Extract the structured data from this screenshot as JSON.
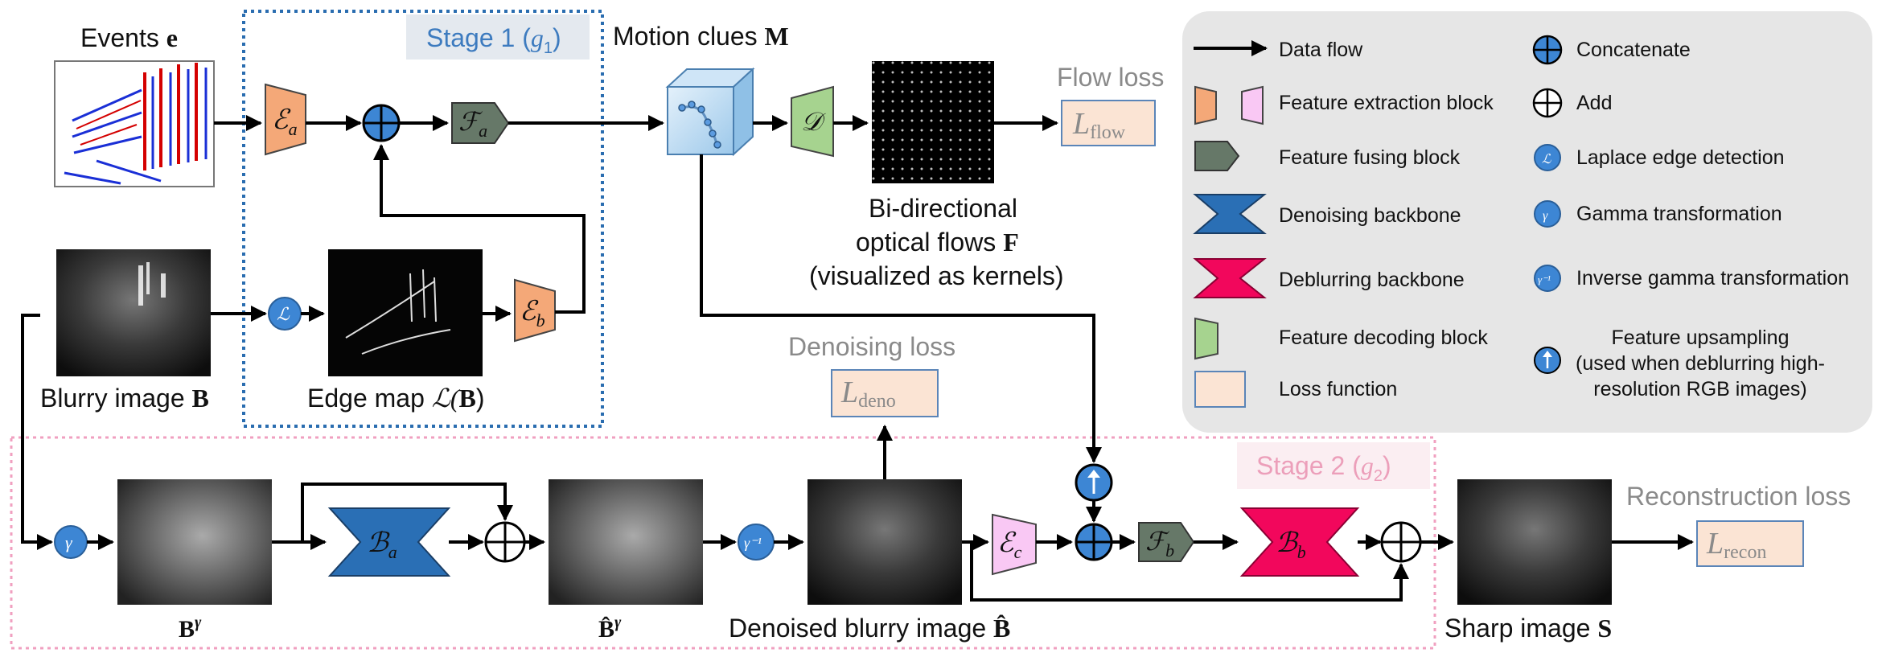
{
  "stage1": {
    "label": "Stage 1 (",
    "sub": "g",
    "idx": "1",
    "close": ")"
  },
  "stage2": {
    "label": "Stage 2 (",
    "sub": "g",
    "idx": "2",
    "close": ")"
  },
  "labels": {
    "events": "Events ",
    "events_sym": "e",
    "motion_clues": "Motion clues ",
    "motion_sym": "M",
    "blurry": "Blurry image ",
    "blurry_sym": "B",
    "edge_map": "Edge map ",
    "edge_sym": "ℒ(",
    "edge_sym_b": "B",
    "edge_sym_close": ")",
    "bidir1": "Bi-directional",
    "bidir2": "optical flows ",
    "bidir_sym": "F",
    "bidir3": "(visualized as kernels)",
    "flow_loss": "Flow loss",
    "deno_loss": "Denoising loss",
    "recon_loss": "Reconstruction loss",
    "denoised": "Denoised blurry image ",
    "denoised_sym": "B̂",
    "sharp": "Sharp image ",
    "sharp_sym": "S",
    "b_gamma": "B",
    "b_gamma_sup": "γ",
    "bhat_gamma": "B̂",
    "bhat_gamma_sup": "γ"
  },
  "blocks": {
    "Ea": {
      "sym": "ℰ",
      "sub": "a"
    },
    "Eb": {
      "sym": "ℰ",
      "sub": "b"
    },
    "Ec": {
      "sym": "ℰ",
      "sub": "c"
    },
    "Fa": {
      "sym": "ℱ",
      "sub": "a"
    },
    "Fb": {
      "sym": "ℱ",
      "sub": "b"
    },
    "D": {
      "sym": "𝒟"
    },
    "Ba": {
      "sym": "ℬ",
      "sub": "a"
    },
    "Bb": {
      "sym": "ℬ",
      "sub": "b"
    },
    "Lflow": {
      "sym": "L",
      "sub": "flow"
    },
    "Ldeno": {
      "sym": "L",
      "sub": "deno"
    },
    "Lrecon": {
      "sym": "L",
      "sub": "recon"
    }
  },
  "ops": {
    "laplace": "ℒ",
    "gamma": "γ",
    "inv_gamma": "γ⁻¹"
  },
  "legend": {
    "data_flow": "Data flow",
    "feat_extract": "Feature extraction block",
    "feat_fuse": "Feature fusing block",
    "denoise_bb": "Denoising backbone",
    "deblur_bb": "Deblurring backbone",
    "feat_decode": "Feature decoding block",
    "loss_fn": "Loss function",
    "concat": "Concatenate",
    "add": "Add",
    "laplace": "Laplace edge detection",
    "gamma": "Gamma transformation",
    "inv_gamma": "Inverse gamma transformation",
    "upsample1": "Feature upsampling",
    "upsample2": "(used when deblurring high-",
    "upsample3": "resolution RGB images)"
  },
  "colors": {
    "extract": "#f4a878",
    "extract2": "#f9c8f4",
    "fuse": "#667868",
    "denoise": "#2a6fb5",
    "deblur": "#f2075c",
    "decode": "#a6d38f",
    "loss_fill": "#fbe4d4",
    "loss_border": "#5b85b8",
    "op_blue": "#3d86d4",
    "stage1": "#2a6db0",
    "stage2": "#f0a0c0",
    "legend_bg": "#e6e6e6"
  }
}
